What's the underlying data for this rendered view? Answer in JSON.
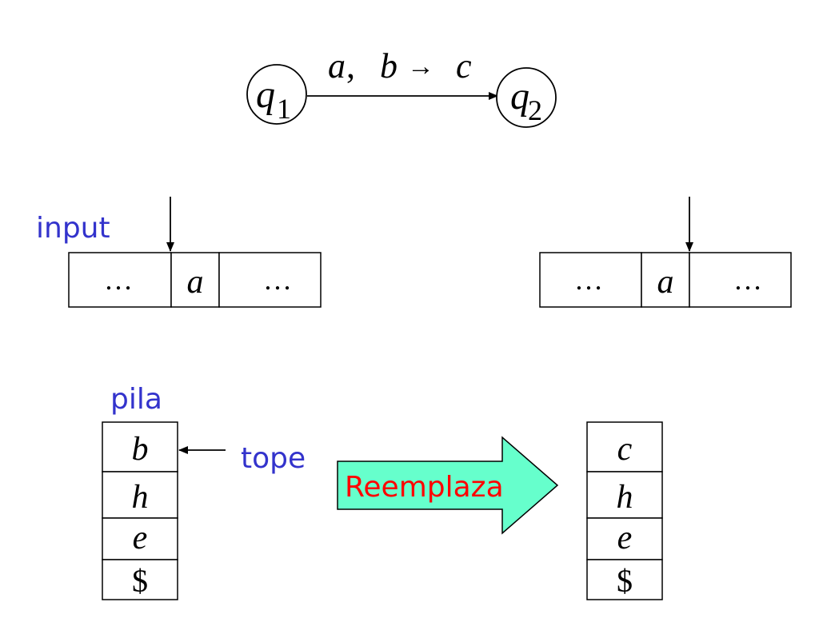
{
  "colors": {
    "label_blue": "#3333cc",
    "action_red": "#ff0000",
    "arrow_fill": "#66ffcc",
    "ink": "#000000"
  },
  "automaton": {
    "from_state": {
      "name": "q",
      "sub": "1"
    },
    "to_state": {
      "name": "q",
      "sub": "2"
    },
    "transition": {
      "read": "a",
      "pop": "b",
      "arrow": "→",
      "push": "c"
    }
  },
  "input": {
    "label": "input",
    "before": {
      "cells": [
        "…",
        "a",
        "…"
      ]
    },
    "after": {
      "cells": [
        "…",
        "a",
        "…"
      ]
    }
  },
  "stack": {
    "label": "pila",
    "top_label": "tope",
    "before": [
      "b",
      "h",
      "e",
      "$"
    ],
    "after": [
      "c",
      "h",
      "e",
      "$"
    ]
  },
  "action": {
    "label": "Reemplaza"
  }
}
